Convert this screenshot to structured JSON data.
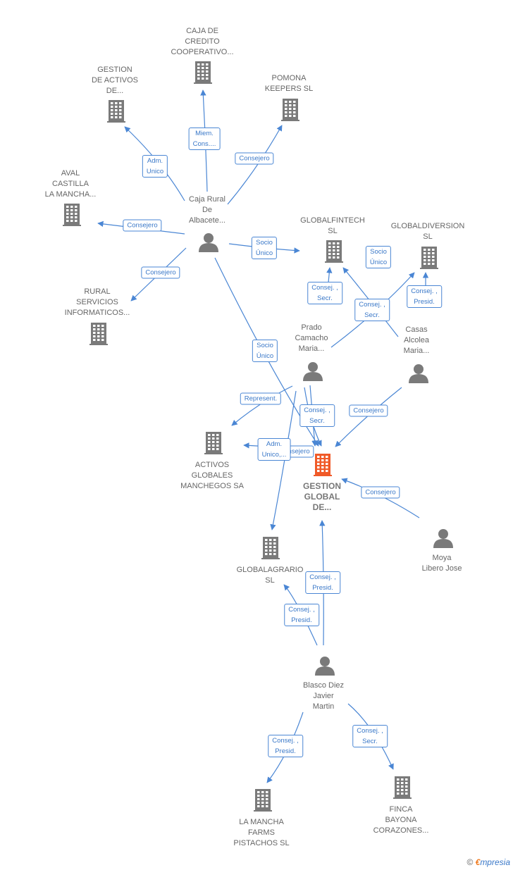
{
  "colors": {
    "edge": "#4a86d4",
    "node_gray": "#7a7a7a",
    "main_node": "#f05a28"
  },
  "nodes": {
    "caja_credito": {
      "label": [
        "CAJA DE",
        "CREDITO",
        "COOPERATIVO..."
      ],
      "icon": "building-icon"
    },
    "gestion_activos": {
      "label": [
        "GESTION",
        "DE ACTIVOS",
        "DE..."
      ],
      "icon": "building-icon"
    },
    "pomona": {
      "label": [
        "POMONA",
        "KEEPERS SL"
      ],
      "icon": "building-icon"
    },
    "aval_castilla": {
      "label": [
        "AVAL",
        "CASTILLA",
        "LA MANCHA..."
      ],
      "icon": "building-icon"
    },
    "caja_rural": {
      "label": [
        "Caja Rural",
        "De",
        "Albacete..."
      ],
      "icon": "person-icon"
    },
    "rural_servicios": {
      "label": [
        "RURAL",
        "SERVICIOS",
        "INFORMATICOS..."
      ],
      "icon": "building-icon"
    },
    "globalfintech": {
      "label": [
        "GLOBALFINTECH",
        "SL"
      ],
      "icon": "building-icon"
    },
    "globaldiversion": {
      "label": [
        "GLOBALDIVERSION",
        "SL"
      ],
      "icon": "building-icon"
    },
    "prado": {
      "label": [
        "Prado",
        "Camacho",
        "Maria..."
      ],
      "icon": "person-icon"
    },
    "casas": {
      "label": [
        "Casas",
        "Alcolea",
        "Maria..."
      ],
      "icon": "person-icon"
    },
    "activos_globales": {
      "label": [
        "ACTIVOS",
        "GLOBALES",
        "MANCHEGOS SA"
      ],
      "icon": "building-icon"
    },
    "gestion_global": {
      "label": [
        "GESTION",
        "GLOBAL",
        "DE..."
      ],
      "icon": "building-icon"
    },
    "moya": {
      "label": [
        "Moya",
        "Libero Jose"
      ],
      "icon": "person-icon"
    },
    "globalagrario": {
      "label": [
        "GLOBALAGRARIO",
        "SL"
      ],
      "icon": "building-icon"
    },
    "blasco": {
      "label": [
        "Blasco Diez",
        "Javier",
        "Martin"
      ],
      "icon": "person-icon"
    },
    "la_mancha": {
      "label": [
        "LA MANCHA",
        "FARMS",
        "PISTACHOS  SL"
      ],
      "icon": "building-icon"
    },
    "finca_bayona": {
      "label": [
        "FINCA",
        "BAYONA",
        "CORAZONES..."
      ],
      "icon": "building-icon"
    }
  },
  "edge_labels": {
    "miem_cons": [
      "Miem.",
      "Cons...."
    ],
    "adm_unico": [
      "Adm.",
      "Unico"
    ],
    "consejero_pomona": [
      "Consejero"
    ],
    "consejero_aval": [
      "Consejero"
    ],
    "consejero_rural": [
      "Consejero"
    ],
    "socio_unico_fintech": [
      "Socio",
      "Único"
    ],
    "socio_unico_diversion": [
      "Socio",
      "Único"
    ],
    "socio_unico_agrario": [
      "Socio",
      "Único"
    ],
    "prado_fintech": [
      "Consej. ,",
      "Secr."
    ],
    "prado_diversion": [
      "Consej. ,",
      "Secr."
    ],
    "casas_diversion": [
      "Consej. ,",
      "Presid."
    ],
    "represent": [
      "Represent."
    ],
    "prado_gestion": [
      "Consej. ,",
      "Secr."
    ],
    "adm_unico_activos": [
      "Adm.",
      "Unico,..."
    ],
    "consejero_hidden": [
      "Consejero"
    ],
    "casas_gestion": [
      "Consejero"
    ],
    "moya_gestion": [
      "Consejero"
    ],
    "blasco_gestion": [
      "Consej. ,",
      "Presid."
    ],
    "blasco_agrario": [
      "Consej. ,",
      "Presid."
    ],
    "blasco_lamancha": [
      "Consej. ,",
      "Presid."
    ],
    "blasco_finca": [
      "Consej. ,",
      "Secr."
    ]
  },
  "brand": {
    "copyright": "©",
    "e": "€",
    "rest": "mpresia"
  }
}
